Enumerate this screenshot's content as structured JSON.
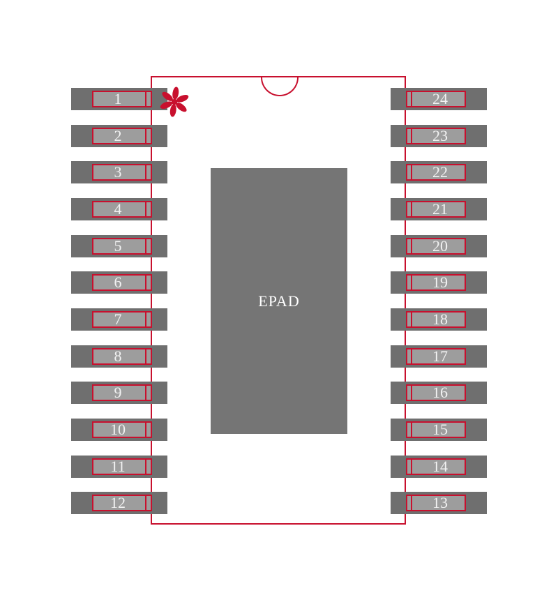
{
  "component": {
    "epad_label": "EPAD",
    "left_pins": [
      "1",
      "2",
      "3",
      "4",
      "5",
      "6",
      "7",
      "8",
      "9",
      "10",
      "11",
      "12"
    ],
    "right_pins": [
      "24",
      "23",
      "22",
      "21",
      "20",
      "19",
      "18",
      "17",
      "16",
      "15",
      "14",
      "13"
    ],
    "pin1_marker_glyph": "asterisk"
  },
  "colors": {
    "accent_red": "#c8102e",
    "pad_dark": "#6f6f6f",
    "pad_light": "#9d9d9d",
    "epad_gray": "#757575",
    "pin_text": "#f2f2f2",
    "epad_text": "#ffffff",
    "background": "#ffffff"
  }
}
